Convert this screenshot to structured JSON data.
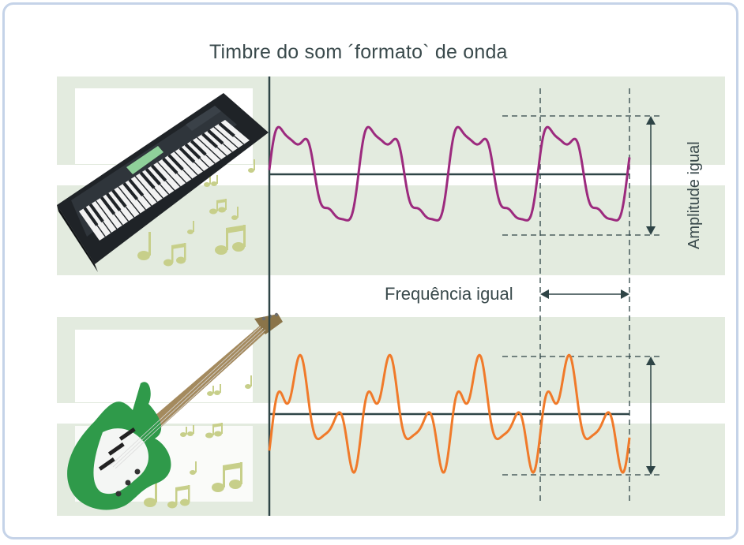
{
  "title": "Timbre do som ´formato` de onda",
  "labels": {
    "frequency": "Frequência igual",
    "amplitude": "Amplitude igual"
  },
  "instruments": [
    "keyboard-icon",
    "electric-guitar-icon"
  ],
  "colors": {
    "keyboard_wave": "#9c2a7e",
    "guitar_wave": "#f07a2a",
    "band": "#e3ebdf",
    "axis": "#2e4446",
    "guitar_body": "#2f9a4a",
    "music_notes": "#c7cf8a"
  }
}
